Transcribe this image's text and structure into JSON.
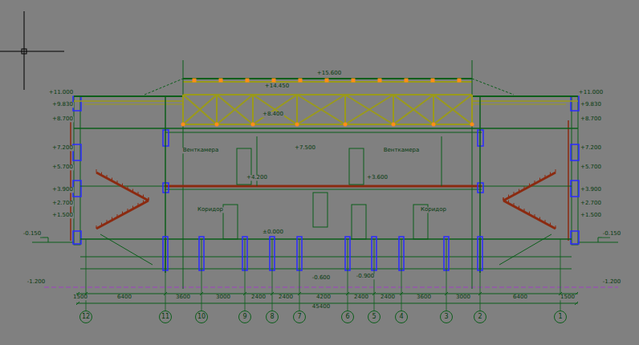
{
  "diagram": {
    "nodes": [
      {
        "text": [
          "12"
        ]
      },
      {
        "text": [
          "11"
        ]
      },
      {
        "text": [
          "10"
        ]
      },
      {
        "text": [
          "9"
        ]
      },
      {
        "text": [
          "8"
        ]
      },
      {
        "text": [
          "7"
        ]
      },
      {
        "text": [
          "6"
        ]
      },
      {
        "text": [
          "5"
        ]
      },
      {
        "text": [
          "4"
        ]
      },
      {
        "text": [
          "3"
        ]
      },
      {
        "text": [
          "2"
        ]
      },
      {
        "text": [
          "1"
        ]
      }
    ],
    "labels": [
      "+11.000",
      "+9.830",
      "+8.700",
      "+7.200",
      "+5.700",
      "+3.900",
      "+2.700",
      "+1.500",
      "-0.150",
      "-1.200",
      "+11.000",
      "+9.830",
      "+8.700",
      "+7.200",
      "+5.700",
      "+3.900",
      "+2.700",
      "+1.500",
      "-0.150",
      "-1.200",
      "+15.600",
      "+14.450",
      "+8.400",
      "+7.500",
      "+4.200",
      "+3.600",
      "±0.000",
      "-0.600",
      "-0.900",
      "Венткамера",
      "Венткамера",
      "Коридор",
      "Коридор",
      "1500",
      "6400",
      "3600",
      "3000",
      "2400",
      "2400",
      "4200",
      "2400",
      "2400",
      "3600",
      "3000",
      "6400",
      "1500",
      "45400"
    ]
  }
}
